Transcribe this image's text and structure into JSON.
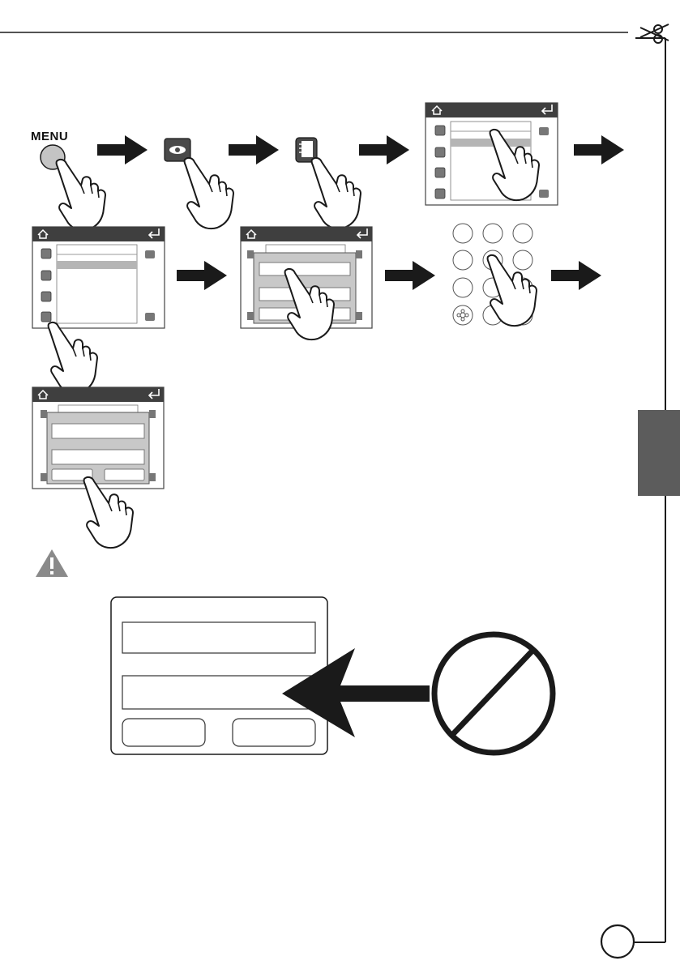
{
  "menu_button": {
    "label": "MENU"
  },
  "colors": {
    "ink": "#1a1a1a",
    "screen_border": "#444444",
    "titlebar": "#3f3f3f",
    "highlight": "#b5b5b5",
    "dialog_gray": "#c8c8c8",
    "side_tab": "#5c5c5c",
    "warning": "#8a8a8a"
  },
  "icons": [
    "scissors-top-icon",
    "menu-button-icon",
    "eye-icon",
    "book-icon",
    "home-icon",
    "return-icon",
    "plus-icon",
    "c-icon",
    "key-icon",
    "up-arrow-icon",
    "down-arrow-icon",
    "pointing-hand-icon",
    "warning-triangle-icon",
    "prohibited-sign-icon",
    "flower-key-icon"
  ],
  "steps": [
    "press-menu",
    "press-eye-button",
    "press-book-button",
    "select-list-item",
    "press-key-icon",
    "select-dialog-field",
    "enter-code-on-keypad",
    "press-confirm-button"
  ],
  "warning": {
    "prohibited": true
  }
}
